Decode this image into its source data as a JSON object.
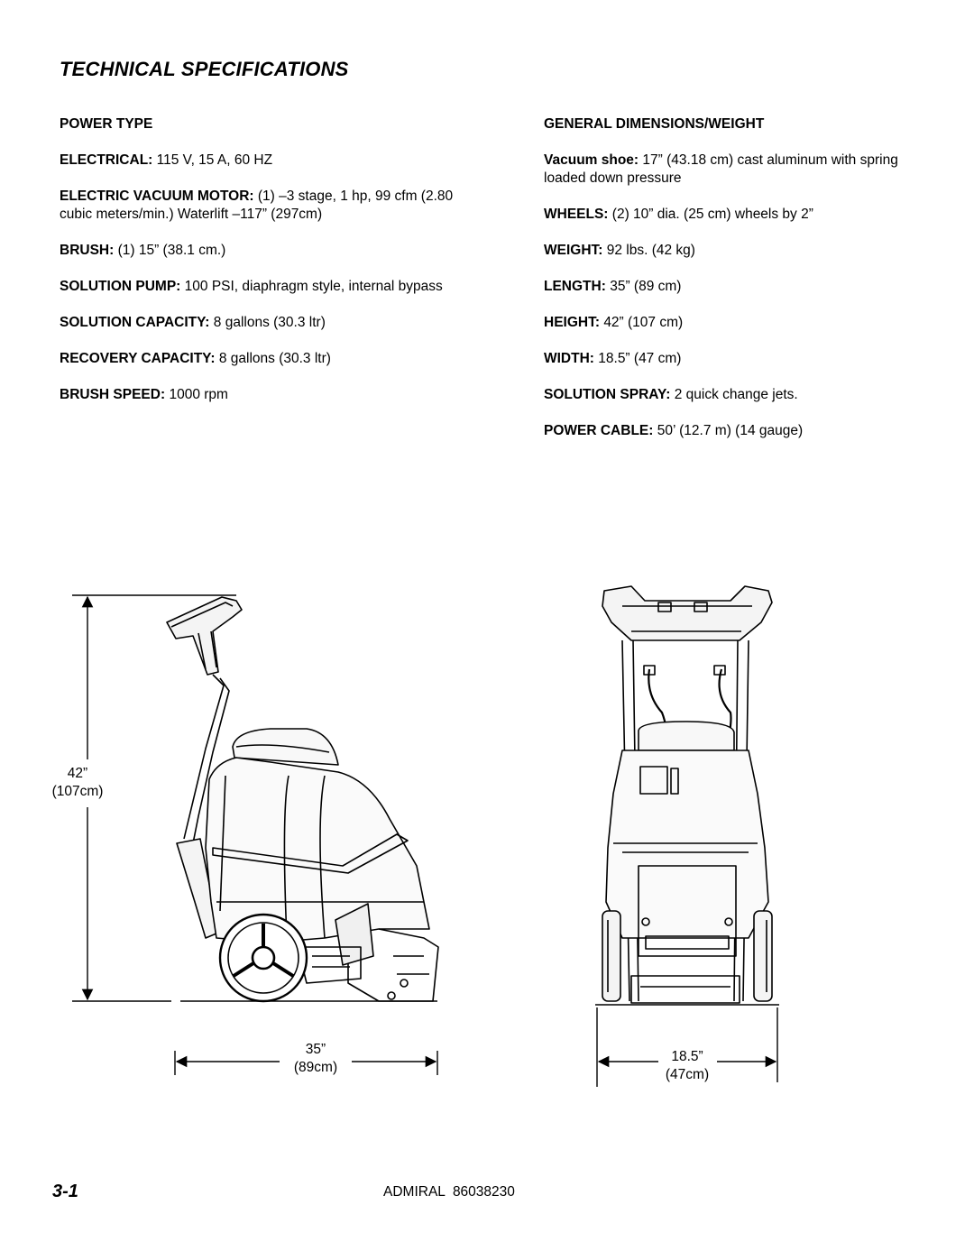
{
  "title": "TECHNICAL SPECIFICATIONS",
  "left_column": {
    "heading": "POWER TYPE",
    "specs": [
      {
        "label": "ELECTRICAL:",
        "value": "115 V, 15 A, 60 HZ"
      },
      {
        "label": "ELECTRIC VACUUM MOTOR:",
        "value": "(1) –3 stage, 1 hp, 99 cfm (2.80 cubic meters/min.) Waterlift –117” (297cm)"
      },
      {
        "label": "BRUSH:",
        "value": "(1) 15” (38.1 cm.)"
      },
      {
        "label": "SOLUTION PUMP:",
        "value": "100 PSI, diaphragm style, internal bypass"
      },
      {
        "label": "SOLUTION CAPACITY:",
        "value": "8 gallons (30.3 ltr)"
      },
      {
        "label": "RECOVERY CAPACITY:",
        "value": "8 gallons (30.3 ltr)"
      },
      {
        "label": "BRUSH SPEED:",
        "value": "1000 rpm"
      }
    ]
  },
  "right_column": {
    "heading": "GENERAL DIMENSIONS/WEIGHT",
    "specs": [
      {
        "label": "Vacuum shoe:",
        "value": "17” (43.18 cm) cast aluminum with spring loaded down pressure"
      },
      {
        "label": "WHEELS:",
        "value": "(2) 10” dia. (25 cm) wheels by 2”"
      },
      {
        "label": "WEIGHT:",
        "value": "92 lbs. (42 kg)"
      },
      {
        "label": "LENGTH:",
        "value": "35” (89 cm)"
      },
      {
        "label": "HEIGHT:",
        "value": "42” (107 cm)"
      },
      {
        "label": "WIDTH:",
        "value": "18.5” (47 cm)"
      },
      {
        "label": "SOLUTION SPRAY:",
        "value": "2 quick change jets."
      },
      {
        "label": "POWER CABLE:",
        "value": "50’ (12.7 m) (14 gauge)"
      }
    ]
  },
  "diagram": {
    "height_label": {
      "imperial": "42”",
      "metric": "(107cm)"
    },
    "length_label": {
      "imperial": "35”",
      "metric": "(89cm)"
    },
    "width_label": {
      "imperial": "18.5”",
      "metric": "(47cm)"
    }
  },
  "footer": {
    "page_number": "3-1",
    "document": "ADMIRAL  86038230"
  }
}
